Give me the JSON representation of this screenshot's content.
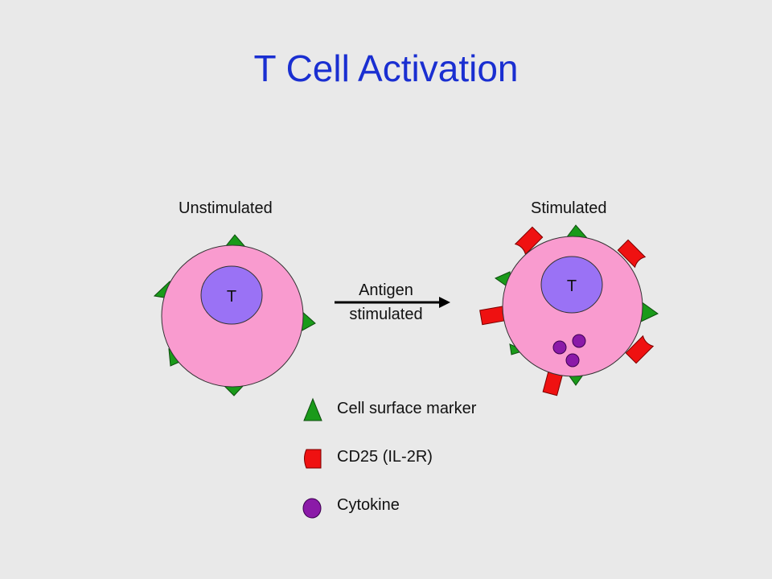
{
  "title": "T Cell Activation",
  "labels": {
    "unstimulated": "Unstimulated",
    "stimulated": "Stimulated",
    "arrow_line1": "Antigen",
    "arrow_line2": "stimulated"
  },
  "cells": {
    "unstimulated_nucleus_label": "T",
    "stimulated_nucleus_label": "T"
  },
  "legend": [
    {
      "icon": "green-triangle-icon",
      "label": "Cell surface marker"
    },
    {
      "icon": "red-receptor-icon",
      "label": "CD25 (IL-2R)"
    },
    {
      "icon": "purple-circle-icon",
      "label": "Cytokine"
    }
  ],
  "colors": {
    "title": "#1a2fd1",
    "cell_body": "#f99bcf",
    "nucleus": "#9a72f5",
    "marker": "#1a9a1a",
    "receptor": "#ef1111",
    "cytokine": "#8b1aa8",
    "background": "#e9e9e9"
  }
}
